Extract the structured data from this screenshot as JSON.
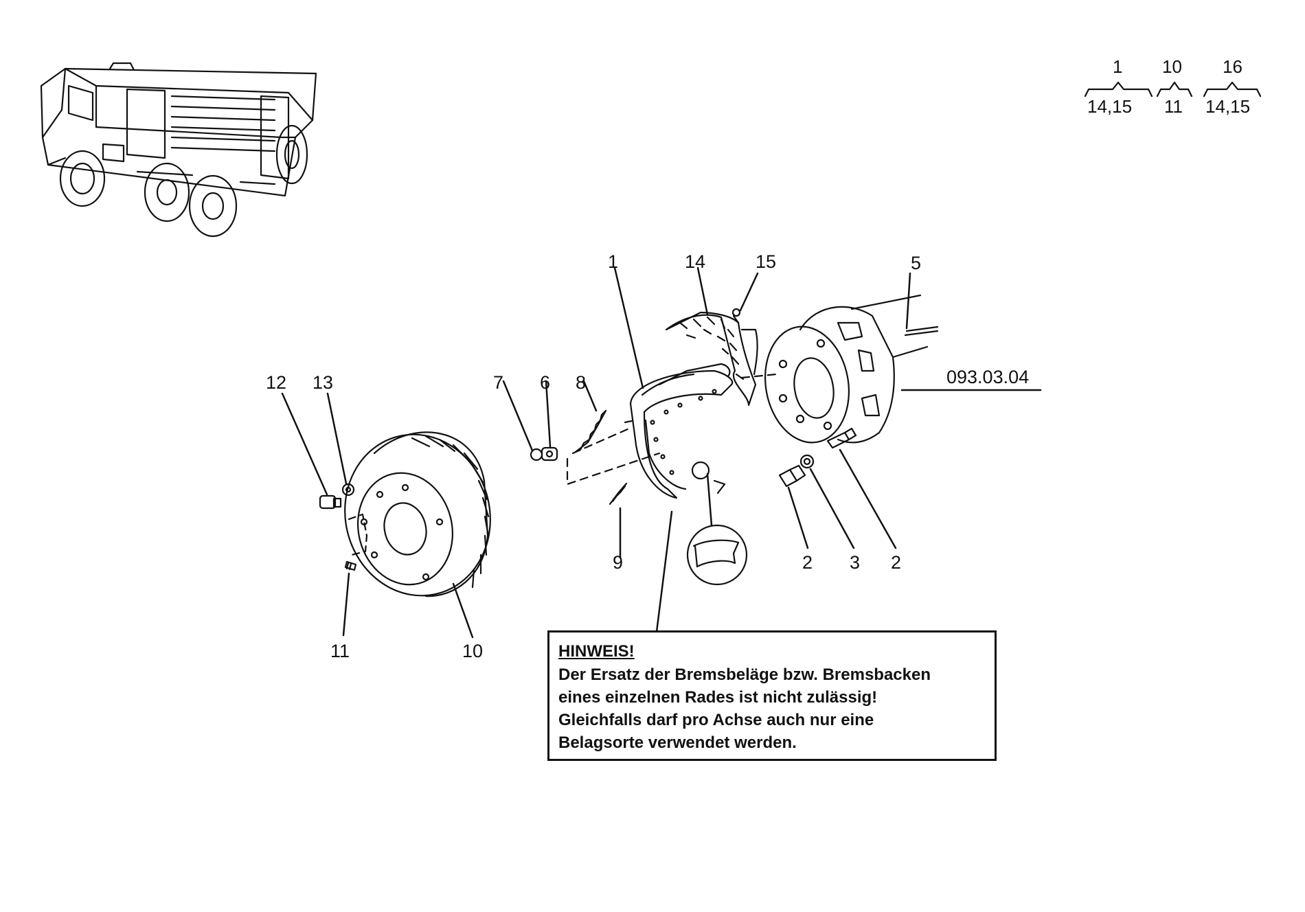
{
  "drawing_number": "093.03.04",
  "callouts": {
    "c1": "1",
    "c2a": "2",
    "c2b": "2",
    "c3": "3",
    "c5": "5",
    "c6": "6",
    "c7": "7",
    "c8": "8",
    "c9": "9",
    "c10": "10",
    "c11": "11",
    "c12": "12",
    "c13": "13",
    "c14": "14",
    "c15": "15"
  },
  "kit_references": [
    {
      "top": "1",
      "bottom": "14,15"
    },
    {
      "top": "10",
      "bottom": "11"
    },
    {
      "top": "16",
      "bottom": "14,15"
    }
  ],
  "note": {
    "title": "HINWEIS!",
    "lines": [
      "Der Ersatz der Bremsbeläge bzw. Bremsbacken",
      "eines einzelnen Rades ist nicht zulässig!",
      "Gleichfalls darf pro Achse auch nur eine",
      "Belagsorte verwendet werden."
    ]
  }
}
